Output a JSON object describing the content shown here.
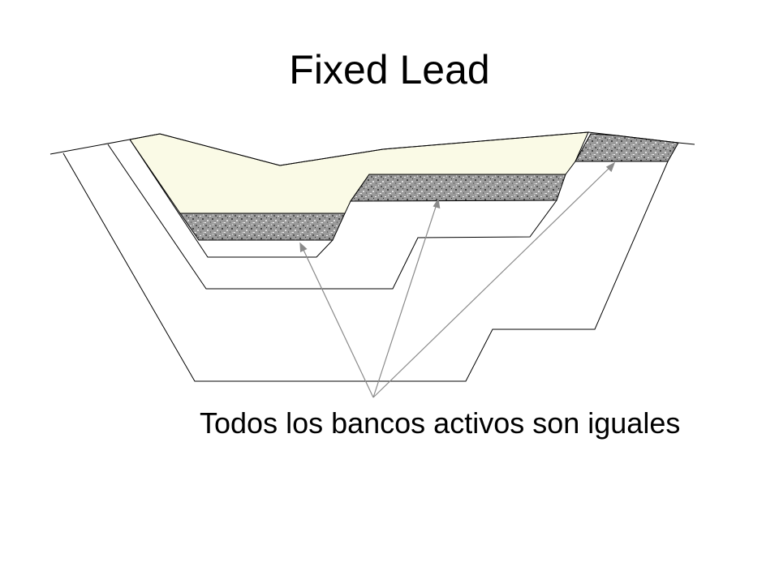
{
  "slide": {
    "title": "Fixed Lead",
    "caption": "Todos los bancos activos son iguales"
  },
  "colors": {
    "cream_fill": "#FAFAE6",
    "ore_texture": "#8E8E8E",
    "outline": "#000000",
    "arrow": "#8A8A8A"
  },
  "labels": {
    "arrows": "active benches",
    "diagram": "open-pit cross-section"
  }
}
